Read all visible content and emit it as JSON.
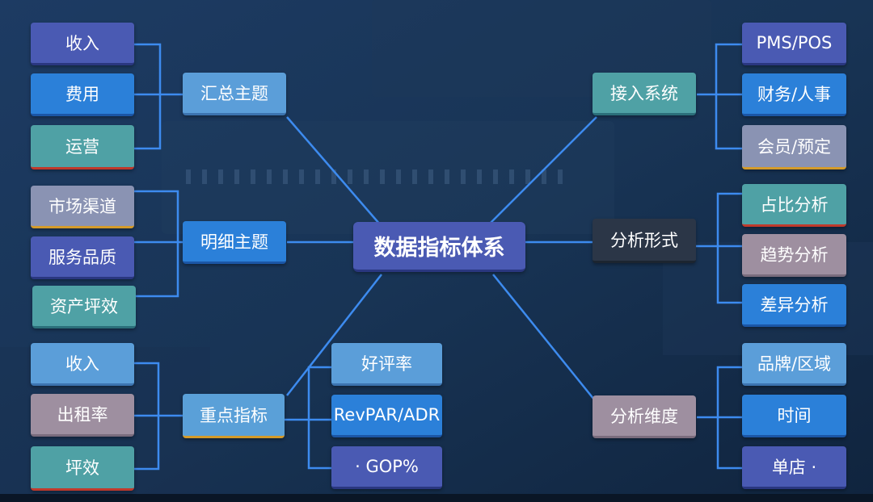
{
  "center": "数据指标体系",
  "branches": {
    "huizong": {
      "label": "汇总主题",
      "items": [
        "收入",
        "费用",
        "运营"
      ]
    },
    "mingxi": {
      "label": "明细主题",
      "items": [
        "市场渠道",
        "服务品质",
        "资产坪效"
      ]
    },
    "zhongdian": {
      "label": "重点指标",
      "items_left": [
        "收入",
        "出租率",
        "坪效"
      ],
      "items_right": [
        "好评率",
        "RevPAR/ADR",
        "· GOP%"
      ]
    },
    "jieru": {
      "label": "接入系统",
      "items": [
        "PMS/POS",
        "财务/人事",
        "会员/预定"
      ]
    },
    "xingshi": {
      "label": "分析形式",
      "items": [
        "占比分析",
        "趋势分析",
        "差异分析"
      ]
    },
    "weidu": {
      "label": "分析维度",
      "items": [
        "品牌/区域",
        "时间",
        "单店 ·"
      ]
    }
  },
  "colors": {
    "line": "#3d8bef",
    "background": "#16304f"
  }
}
